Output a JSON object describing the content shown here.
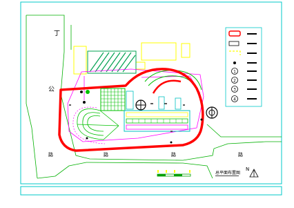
{
  "drawing": {
    "street_labels": {
      "north": "丁",
      "west": "公",
      "south_1": "路",
      "south_2": "路",
      "south_3": "路",
      "east": "路"
    },
    "title": "总平面布置图",
    "north_arrow_letter": "N"
  },
  "legend": {
    "markers": [
      "1",
      "2",
      "3",
      "4"
    ]
  },
  "colors": {
    "frame": "#00c8c8",
    "road_outline": "#00b000",
    "route_red": "#ff0000",
    "green": "#00c000",
    "magenta": "#ff00ff",
    "yellow": "#ffff00",
    "cyan": "#00c0c0",
    "black": "#000000"
  }
}
